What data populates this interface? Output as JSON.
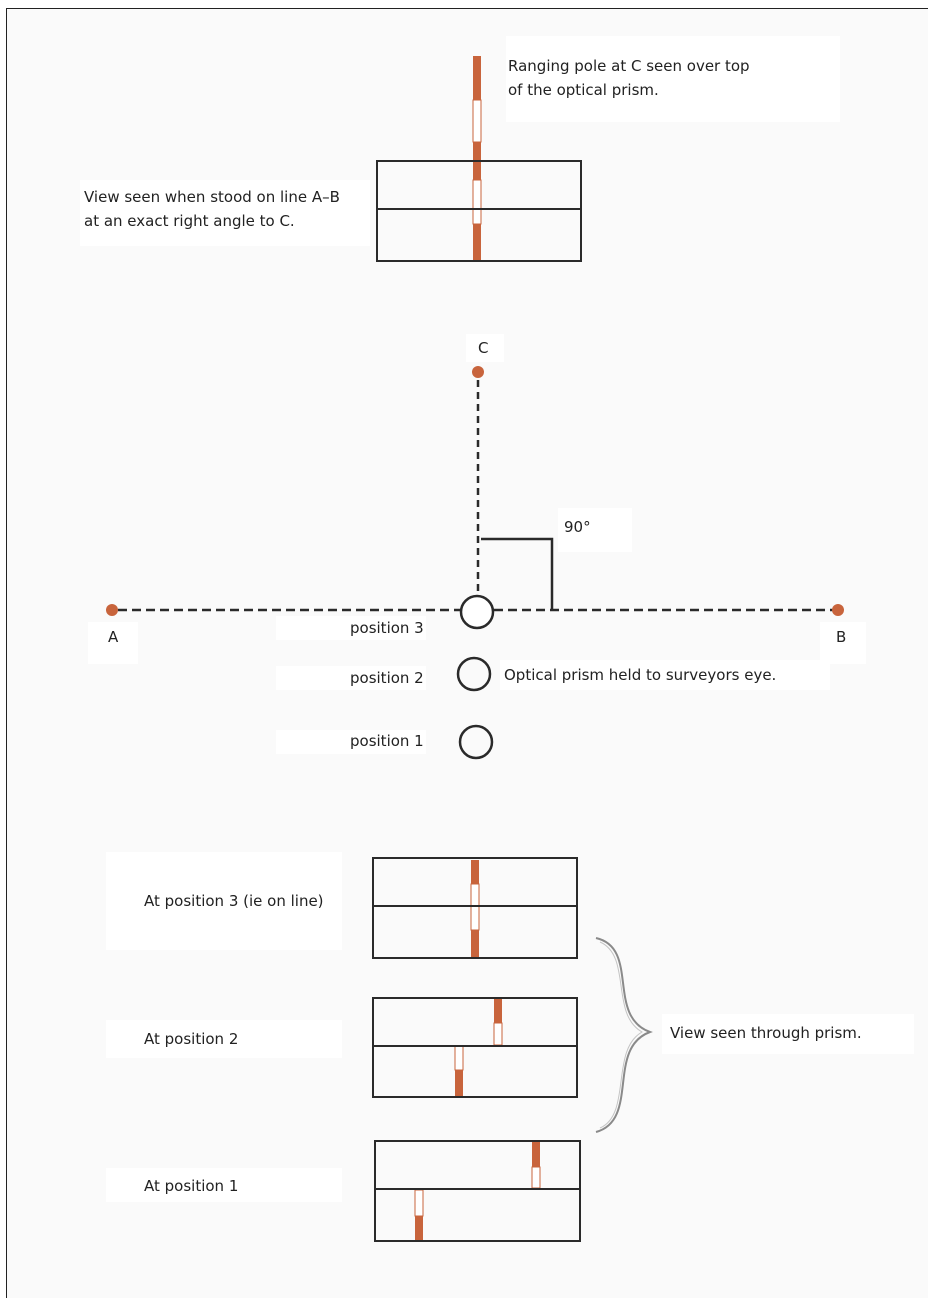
{
  "colors": {
    "pole": "#c8643c",
    "line": "#2a2a2a",
    "text": "#222222"
  },
  "top_view": {
    "pole_caption_line1": "Ranging pole at C seen over top",
    "pole_caption_line2": "of the optical prism.",
    "view_caption_line1": "View seen when stood on line A–B",
    "view_caption_line2": "at an exact right angle to C."
  },
  "plan": {
    "point_a": "A",
    "point_b": "B",
    "point_c": "C",
    "angle": "90°",
    "position3": "position 3",
    "position2": "position 2",
    "position1": "position 1",
    "prism_caption": "Optical prism held to surveyors eye."
  },
  "views": {
    "at_position3": "At position 3 (ie on line)",
    "at_position2": "At position 2",
    "at_position1": "At position 1",
    "through_prism": "View seen through prism."
  }
}
